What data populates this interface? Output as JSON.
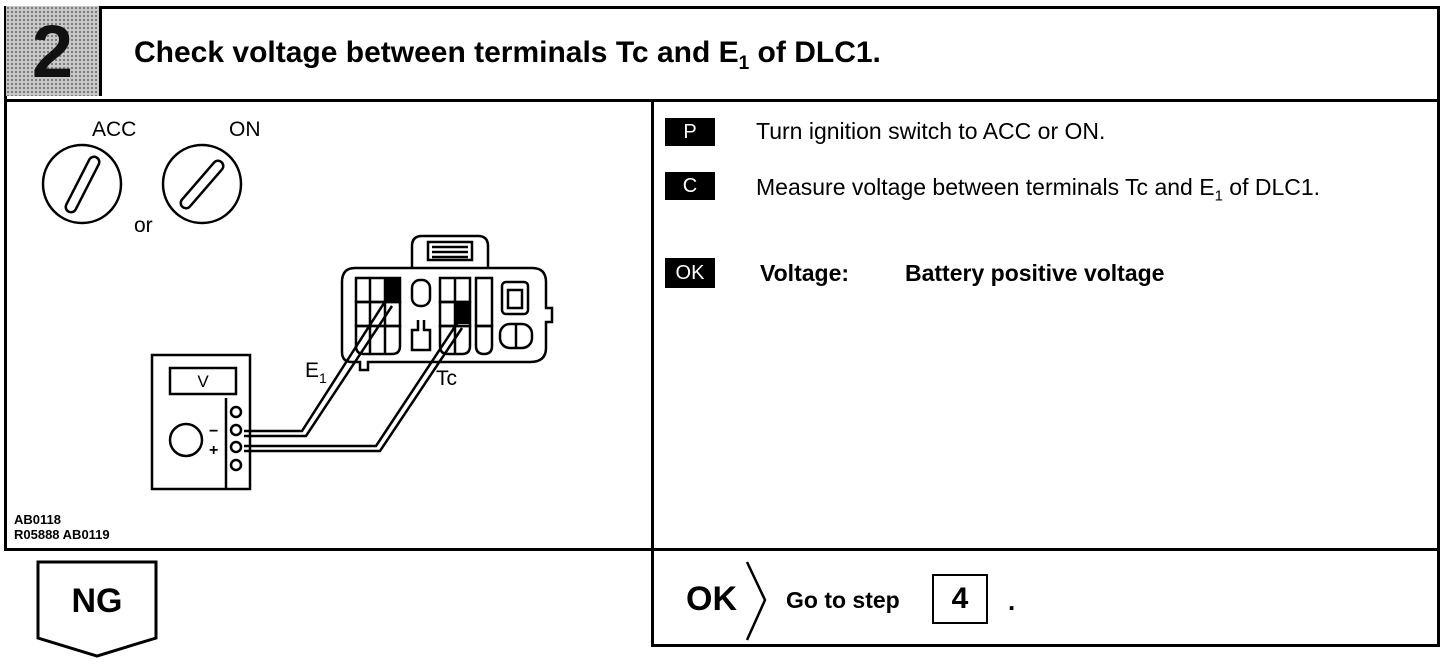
{
  "header": {
    "step_number": "2",
    "title_main": "Check voltage between terminals Tc and E",
    "title_sub": "1",
    "title_end": " of DLC1."
  },
  "illustration": {
    "acc_label": "ACC",
    "on_label": "ON",
    "or_label": "or",
    "e1_label": "E",
    "e1_sub": "1",
    "tc_label": "Tc",
    "meter_label": "V",
    "minus_label": "−",
    "plus_label": "+",
    "code_line1": "AB0118",
    "code_line2": "R05888  AB0119"
  },
  "procedure": {
    "p_badge": "P",
    "p_text": "Turn ignition switch to ACC or ON.",
    "c_badge": "C",
    "c_text_a": "Measure voltage between terminals Tc and E",
    "c_text_sub": "1",
    "c_text_b": " of DLC1.",
    "ok_badge": "OK",
    "ok_voltage_label": "Voltage:",
    "ok_voltage_value": "Battery positive voltage"
  },
  "result": {
    "ng_label": "NG",
    "ok_label": "OK",
    "goto_text": "Go to step",
    "step_ref": "4",
    "period": "."
  }
}
